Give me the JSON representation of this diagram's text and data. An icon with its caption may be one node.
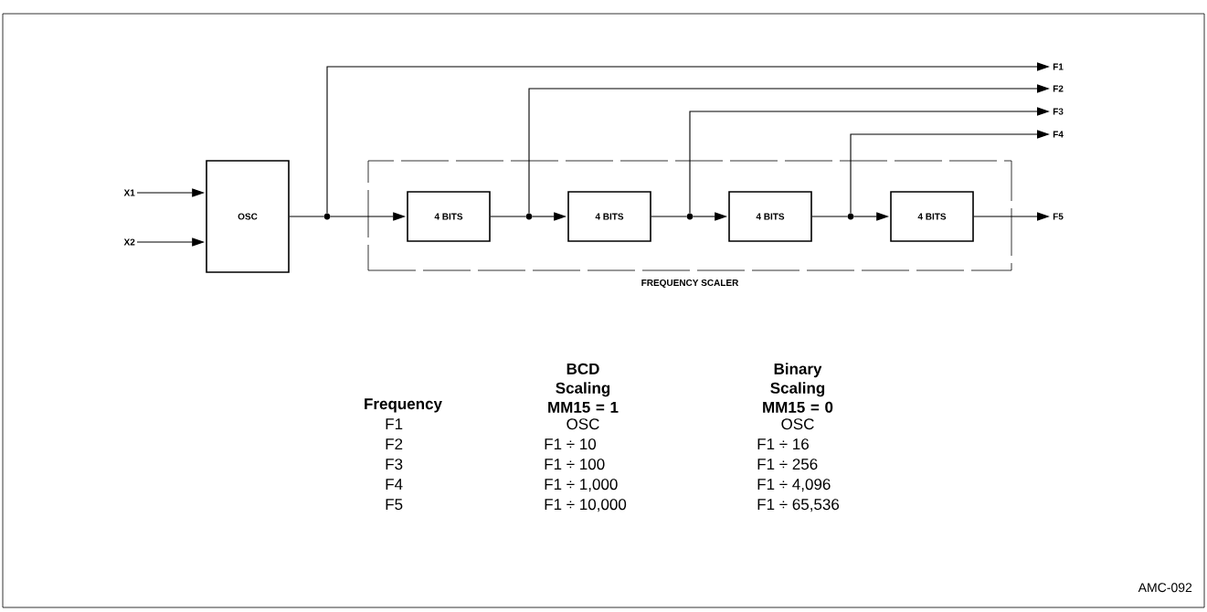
{
  "diagram": {
    "nodes": [
      {
        "text": [
          "X1"
        ]
      },
      {
        "text": [
          "X2"
        ]
      },
      {
        "text": [
          "OSC"
        ]
      },
      {
        "text": [
          "FREQUENCY SCALER"
        ]
      },
      {
        "text": [
          "4 BITS"
        ],
        "in": 3
      },
      {
        "text": [
          "4 BITS"
        ],
        "in": 3
      },
      {
        "text": [
          "4 BITS"
        ],
        "in": 3
      },
      {
        "text": [
          "4 BITS"
        ],
        "in": 3
      },
      {
        "text": [],
        "shape": "circle"
      },
      {
        "text": [],
        "shape": "circle",
        "in": 3
      },
      {
        "text": [],
        "shape": "circle",
        "in": 3
      },
      {
        "text": [],
        "shape": "circle",
        "in": 3
      },
      {
        "text": [
          "F1"
        ]
      },
      {
        "text": [
          "F2"
        ]
      },
      {
        "text": [
          "F3"
        ]
      },
      {
        "text": [
          "F4"
        ]
      },
      {
        "text": [
          "F5"
        ]
      }
    ],
    "edges": [
      {
        "from": 0,
        "to": 2,
        "arrow": "to"
      },
      {
        "from": 1,
        "to": 2,
        "arrow": "to"
      },
      {
        "from": 2,
        "to": 8,
        "arrow": "none"
      },
      {
        "from": 8,
        "to": 4,
        "arrow": "to"
      },
      {
        "from": 8,
        "to": 12,
        "arrow": "to"
      },
      {
        "from": 4,
        "to": 9,
        "arrow": "none"
      },
      {
        "from": 9,
        "to": 5,
        "arrow": "to"
      },
      {
        "from": 9,
        "to": 13,
        "arrow": "to"
      },
      {
        "from": 5,
        "to": 10,
        "arrow": "none"
      },
      {
        "from": 10,
        "to": 6,
        "arrow": "to"
      },
      {
        "from": 10,
        "to": 14,
        "arrow": "to"
      },
      {
        "from": 6,
        "to": 11,
        "arrow": "none"
      },
      {
        "from": 11,
        "to": 7,
        "arrow": "to"
      },
      {
        "from": 11,
        "to": 15,
        "arrow": "to"
      },
      {
        "from": 7,
        "to": 16,
        "arrow": "to"
      }
    ],
    "labels": [
      "Frequency",
      "BCD Scaling MM15 = 1",
      "Binary Scaling MM15 = 0",
      "F1",
      "OSC",
      "OSC",
      "F2",
      "F1 ÷ 10",
      "F1 ÷ 16",
      "F3",
      "F1 ÷ 100",
      "F1 ÷ 256",
      "F4",
      "F1 ÷ 1,000",
      "F1 ÷ 4,096",
      "F5",
      "F1 ÷ 10,000",
      "F1 ÷ 65,536",
      "AMC-092"
    ]
  }
}
